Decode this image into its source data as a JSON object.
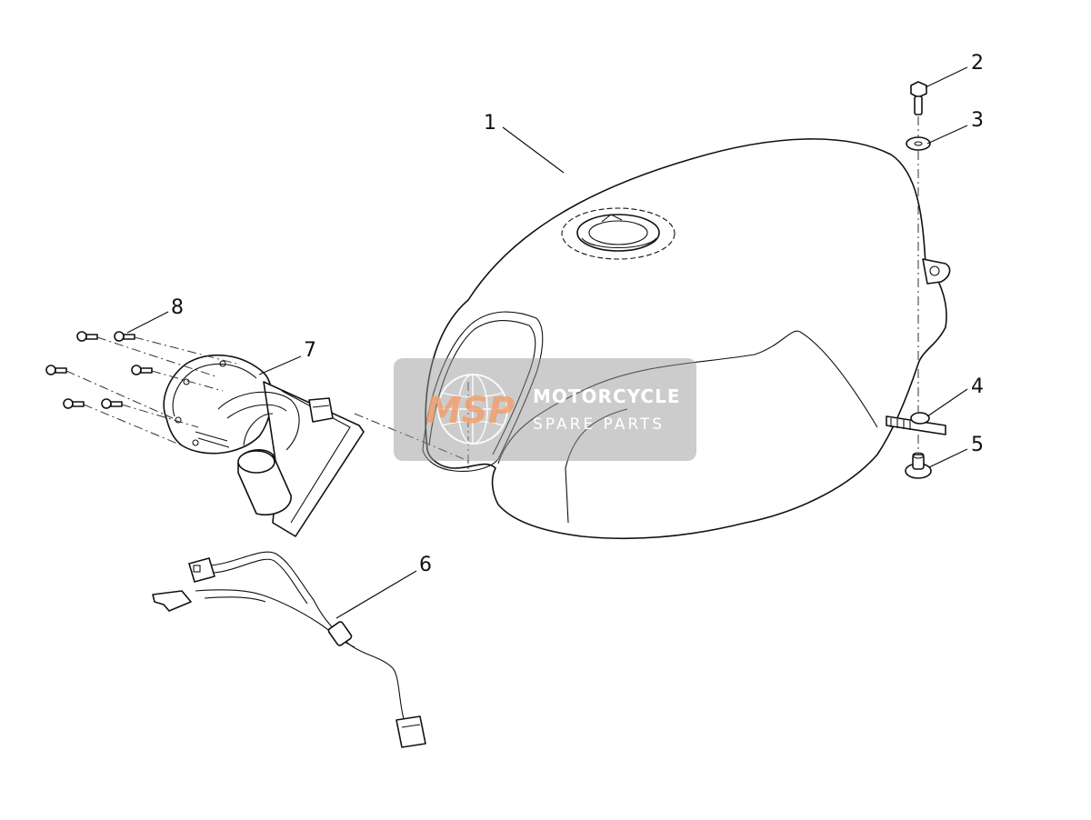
{
  "diagram": {
    "callouts": [
      {
        "id": "1",
        "label": "1"
      },
      {
        "id": "2",
        "label": "2"
      },
      {
        "id": "3",
        "label": "3"
      },
      {
        "id": "4",
        "label": "4"
      },
      {
        "id": "5",
        "label": "5"
      },
      {
        "id": "6",
        "label": "6"
      },
      {
        "id": "7",
        "label": "7"
      },
      {
        "id": "8",
        "label": "8"
      }
    ]
  },
  "watermark": {
    "logo": "MSP",
    "line1": "MOTORCYCLE",
    "line2": "SPARE PARTS",
    "box_color": "#9a9a9a",
    "logo_color": "#f0a070"
  }
}
